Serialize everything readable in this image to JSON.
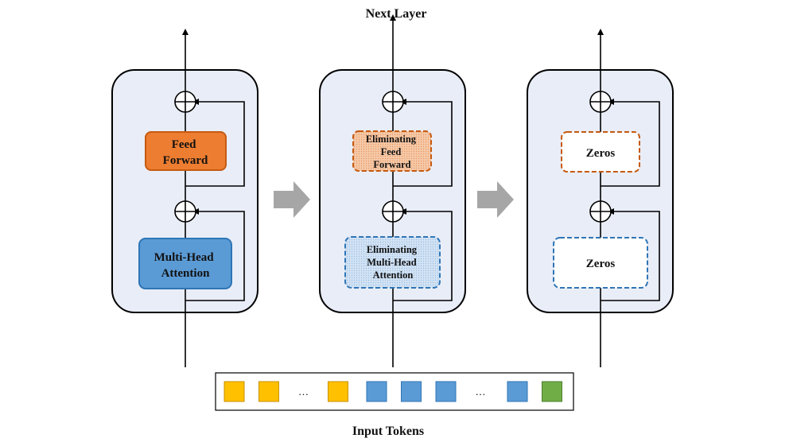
{
  "title_top": "Next Layer",
  "title_bottom": "Input Tokens",
  "blocks": [
    {
      "ffn": {
        "lines": [
          "Feed",
          "Forward"
        ]
      },
      "attn": {
        "lines": [
          "Multi-Head",
          "Attention"
        ]
      }
    },
    {
      "ffn": {
        "lines": [
          "Eliminating",
          "Feed",
          "Forward"
        ]
      },
      "attn": {
        "lines": [
          "Eliminating",
          "Multi-Head",
          "Attention"
        ]
      }
    },
    {
      "ffn": {
        "lines": [
          "Zeros"
        ]
      },
      "attn": {
        "lines": [
          "Zeros"
        ]
      }
    }
  ],
  "tokens": [
    "yellow",
    "yellow",
    "ellipsis",
    "yellow",
    "blue",
    "blue",
    "blue",
    "ellipsis",
    "blue",
    "green"
  ],
  "ellipsis_text": "…",
  "colors": {
    "block_bg": "#e9edf7",
    "orange": "#ed7d31",
    "orange_border": "#c55a11",
    "blue": "#5b9bd5",
    "blue_border": "#2e75b6",
    "yellow": "#ffc000",
    "green": "#70ad47",
    "arrow_gray": "#a6a6a6"
  }
}
